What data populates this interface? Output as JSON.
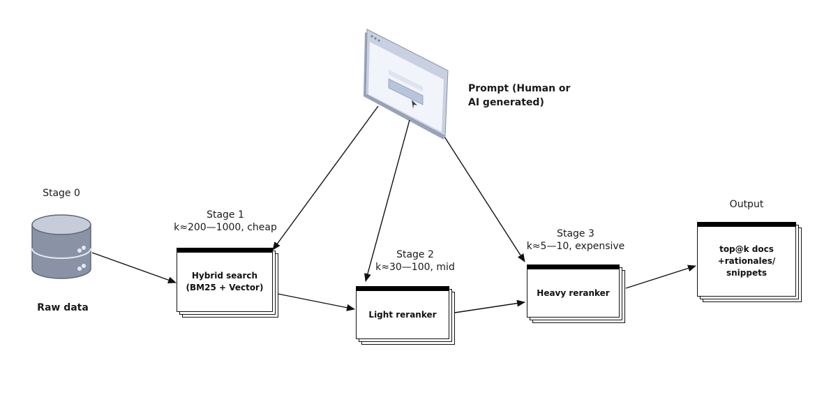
{
  "stage0": {
    "title": "Stage 0",
    "caption": "Raw data",
    "icon": "database-icon"
  },
  "prompt": {
    "icon": "browser-window-icon",
    "label_lines": [
      "Prompt (Human or",
      "AI generated)"
    ]
  },
  "stage1": {
    "title": "Stage 1",
    "detail": "k≈200—1000, cheap",
    "box_lines": [
      "Hybrid search",
      "(BM25 + Vector)"
    ]
  },
  "stage2": {
    "title": "Stage 2",
    "detail": "k≈30—100, mid",
    "box_lines": [
      "Light reranker"
    ]
  },
  "stage3": {
    "title": "Stage 3",
    "detail": "k≈5—10, expensive",
    "box_lines": [
      "Heavy reranker"
    ]
  },
  "output": {
    "title": "Output",
    "box_lines": [
      "top@k docs",
      "+rationales/",
      "snippets"
    ]
  },
  "colors": {
    "ink": "#111111",
    "database_fill": "#8a93a6",
    "browser_frame": "#bfc8dc",
    "browser_screen": "#f2f4fb"
  }
}
